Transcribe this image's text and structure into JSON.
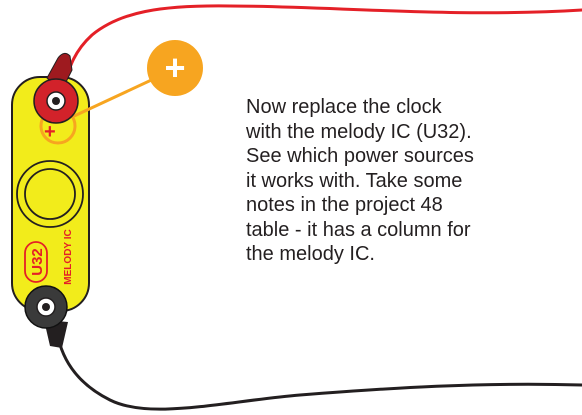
{
  "colors": {
    "wire_top": "#e42027",
    "wire_bottom": "#231f20",
    "part_body": "#f2ec1b",
    "part_outline": "#231f20",
    "label_red": "#e42027",
    "plus_badge": "#f7a520",
    "plus_sign": "#ffffff",
    "snap_red": "#d2222a",
    "snap_black": "#231f20"
  },
  "part": {
    "code": "U32",
    "name": "MELODY IC",
    "polarity_mark": "+"
  },
  "badge": {
    "symbol": "+",
    "icon": "plus-badge-icon"
  },
  "instructions": {
    "lines": [
      "Now replace the clock",
      "with the melody IC (U32).",
      "See which power sources",
      "it works with. Take some",
      "notes in the project 48",
      "table - it has a column for",
      "the melody IC."
    ]
  }
}
